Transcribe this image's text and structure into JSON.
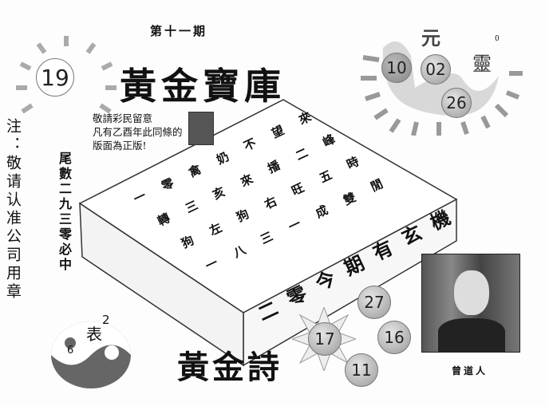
{
  "issue": "第十一期",
  "title": "黃金寶庫",
  "poem_title": "黃金詩",
  "author": "曾道人",
  "left_ball": "19",
  "top_right": {
    "char1": "元",
    "char2": "靈",
    "small": "0",
    "balls": [
      "10",
      "02",
      "26"
    ]
  },
  "notice": "敬請彩民留意凡有乙酉年此同條的版面為正版!",
  "notice_lines": [
    "敬請彩民留意",
    "凡有乙酉年此同條的",
    "版面為正版!"
  ],
  "side_note": "注：敬请认准公司用章",
  "tail_numbers": "尾數二九三零必中",
  "grid_rows": [
    [
      "一",
      "零",
      "禽",
      "奶",
      "不",
      "望",
      "來"
    ],
    [
      "轉",
      "三",
      "亥",
      "來",
      "播",
      "二",
      "峰"
    ],
    [
      "狗",
      "左",
      "狗",
      "右",
      "旺",
      "五",
      "時"
    ],
    [
      "一",
      "八",
      "三",
      "一",
      "成",
      "雙",
      "閒"
    ]
  ],
  "box_side_text": [
    "二",
    "零",
    "今",
    "期",
    "有",
    "玄",
    "機"
  ],
  "yinyang": {
    "char": "表",
    "num_top": "2",
    "num_bottom": "6"
  },
  "bottom_balls": [
    "27",
    "17",
    "16",
    "11"
  ]
}
